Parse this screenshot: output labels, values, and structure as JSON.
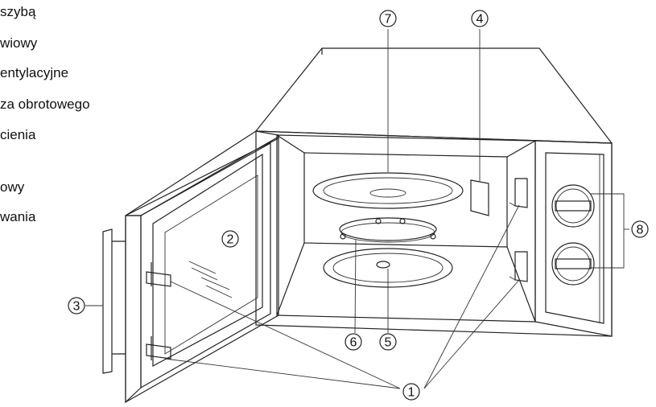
{
  "legend": [
    "szybą",
    "wiowy",
    "entylacyjne",
    "za obrotowego",
    "cienia",
    "owy",
    "wania"
  ],
  "callouts": [
    "1",
    "2",
    "3",
    "4",
    "5",
    "6",
    "7",
    "8"
  ]
}
